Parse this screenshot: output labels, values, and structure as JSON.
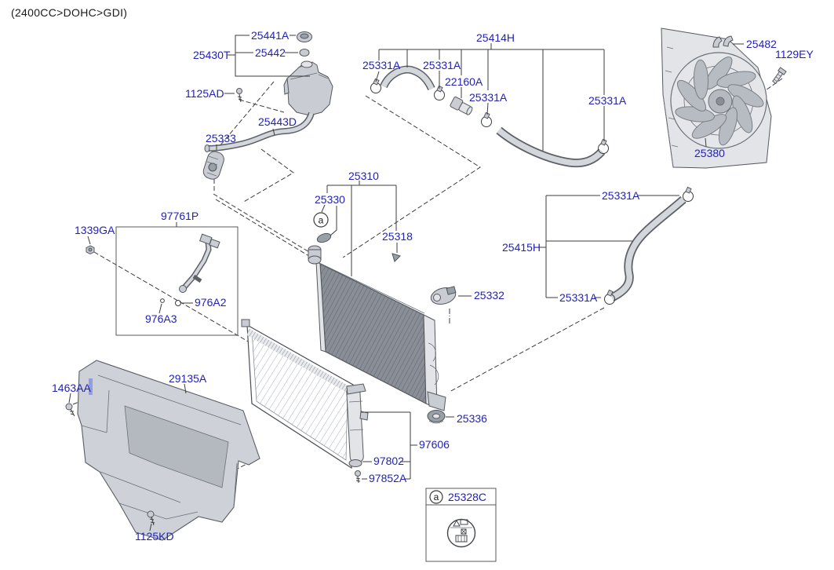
{
  "title": "(2400CC>DOHC>GDI)",
  "colors": {
    "label_blue": "#2222bb",
    "line": "#3c3c3c",
    "highlight_blue": "#8f9fe0",
    "background": "#ffffff"
  },
  "callout": {
    "ref": "a"
  },
  "legend": {
    "ref": "a",
    "code": "25328C"
  },
  "labels": [
    {
      "part": "25441A"
    },
    {
      "part": "25442"
    },
    {
      "part": "25430T"
    },
    {
      "part": "1125AD"
    },
    {
      "part": "25443D"
    },
    {
      "part": "25333"
    },
    {
      "part": "25414H"
    },
    {
      "part": "25331A"
    },
    {
      "part": "25331A"
    },
    {
      "part": "22160A"
    },
    {
      "part": "25331A"
    },
    {
      "part": "25331A"
    },
    {
      "part": "25482"
    },
    {
      "part": "1129EY"
    },
    {
      "part": "25380"
    },
    {
      "part": "25310"
    },
    {
      "part": "25330"
    },
    {
      "part": "25318"
    },
    {
      "part": "25332"
    },
    {
      "part": "25331A"
    },
    {
      "part": "25415H"
    },
    {
      "part": "25331A"
    },
    {
      "part": "97761P"
    },
    {
      "part": "1339GA"
    },
    {
      "part": "976A2"
    },
    {
      "part": "976A3"
    },
    {
      "part": "1463AA"
    },
    {
      "part": "29135A"
    },
    {
      "part": "1125KD"
    },
    {
      "part": "97606"
    },
    {
      "part": "97802"
    },
    {
      "part": "97852A"
    },
    {
      "part": "25336"
    }
  ]
}
